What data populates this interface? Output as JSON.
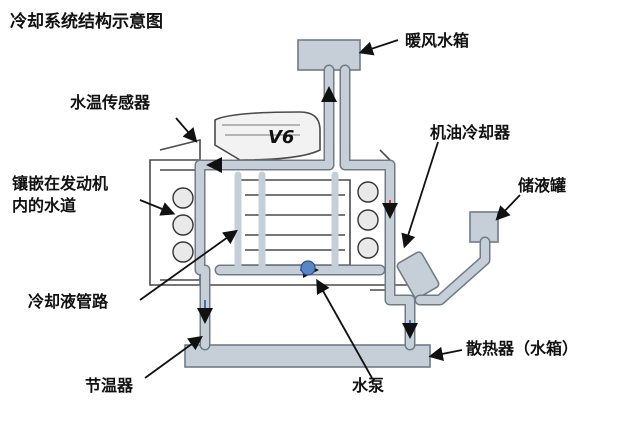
{
  "title": "冷却系统结构示意图",
  "engine_badge": "V6",
  "labels": {
    "heater_core": "暖风水箱",
    "temp_sensor": "水温传感器",
    "oil_cooler": "机油冷却器",
    "reservoir": "储液罐",
    "engine_passages_line1": "镶嵌在发动机",
    "engine_passages_line2": "内的水道",
    "coolant_pipes": "冷却液管路",
    "radiator": "散热器（水箱）",
    "thermostat": "节温器",
    "water_pump": "水泵"
  },
  "colors": {
    "pipe": "#c6cfd8",
    "pipe_outline": "#6f7c88",
    "hot_arrow": "#cc3a3a",
    "cool_arrow": "#3d6fc2",
    "engine_line": "#4a4a4a",
    "leader": "#111111"
  }
}
